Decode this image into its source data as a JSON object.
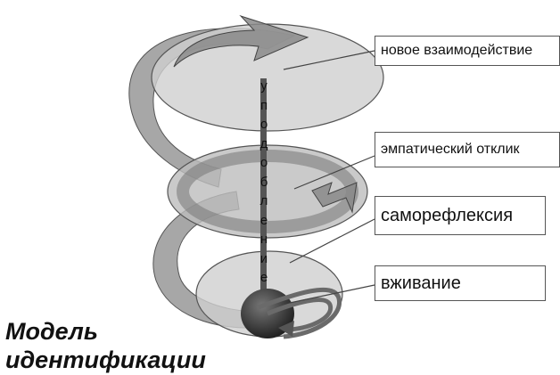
{
  "labels": [
    "новое взаимодействие",
    "эмпатический отклик",
    "саморефлексия",
    "вживание"
  ],
  "vertical_word": "уподобление",
  "caption": {
    "line1": "Модель",
    "line2": "идентификации"
  },
  "colors": {
    "ellipse_fill": "#cfcfcf",
    "spiral_fill": "#8a8a8a",
    "axis": "#555555",
    "base_sphere": "#3a3a3a",
    "box_border": "#555555"
  }
}
